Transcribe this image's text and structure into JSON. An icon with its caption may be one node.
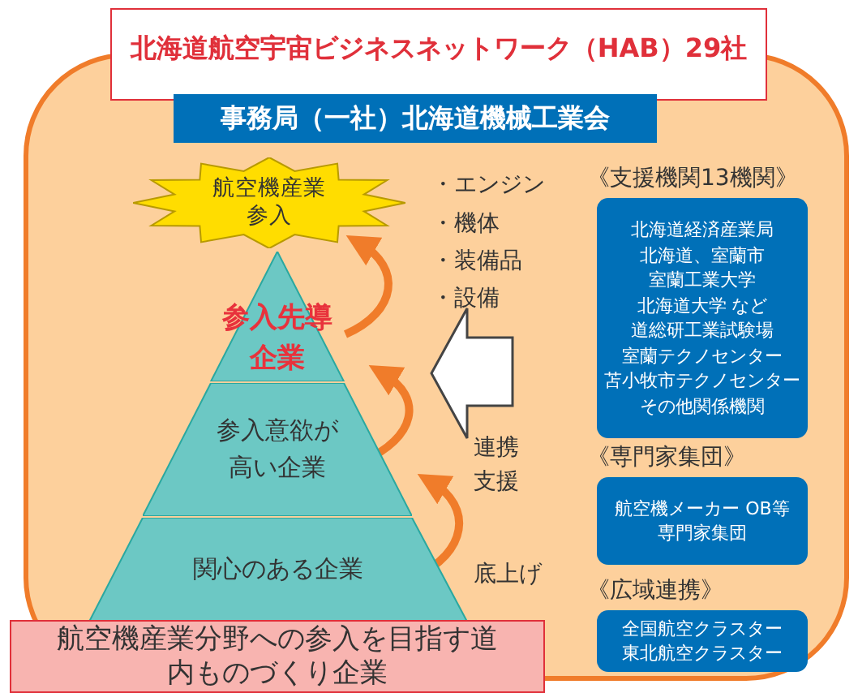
{
  "diagram": {
    "nodes": [
      {
        "text": [
          "北海道航空宇宙ビジネスネットワーク（HAB）29社"
        ]
      },
      {
        "text": [
          "事務局（一社）北海道機械工業会"
        ]
      },
      {
        "text": [
          "航空機産業参入"
        ]
      },
      {
        "text": [
          "参入先導企業"
        ]
      },
      {
        "text": [
          "参入意欲が高い企業"
        ]
      },
      {
        "text": [
          "関心のある企業"
        ]
      },
      {
        "text": [
          "航空機産業分野への参入を目指す道内ものづくり企業"
        ]
      },
      {
        "text": [
          "《支援機関13機関》",
          "北海道経済産業局",
          "北海道、室蘭市",
          "室蘭工業大学",
          "北海道大学 など",
          "道総研工業試験場",
          "室蘭テクノセンター",
          "苫小牧市テクノセンター",
          "その他関係機関"
        ]
      },
      {
        "text": [
          "《専門家集団》",
          "航空機メーカー OB等専門家集団"
        ]
      },
      {
        "text": [
          "《広域連携》",
          "全国航空クラスター",
          "東北航空クラスター"
        ]
      }
    ],
    "edges": [
      {
        "from": 3,
        "to": 2,
        "arrow": "to"
      },
      {
        "from": 4,
        "to": 3,
        "arrow": "to"
      },
      {
        "from": 5,
        "to": 4,
        "arrow": "to",
        "label": "底上げ"
      },
      {
        "from": null,
        "to": 4,
        "arrow": "to",
        "label": "連携支援",
        "style": "thick"
      }
    ],
    "labels": [
      "・エンジン",
      "・機体",
      "・装備品",
      "・設備"
    ]
  }
}
